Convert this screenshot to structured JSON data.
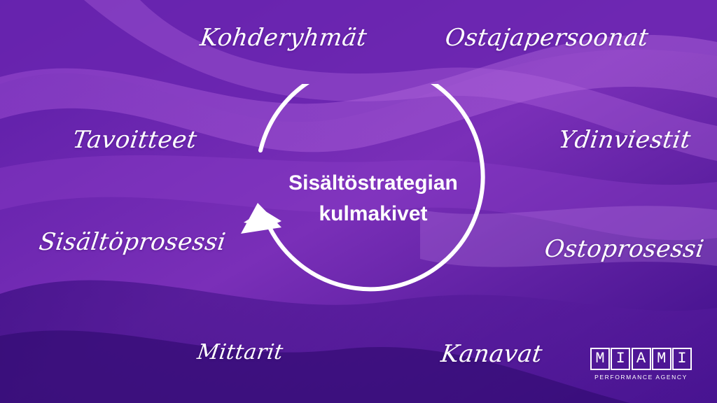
{
  "center": {
    "line1": "Sisältöstrategian",
    "line2": "kulmakivet"
  },
  "labels": {
    "kohderyhmat": "Kohderyhmät",
    "ostajapersoonat": "Ostajapersoonat",
    "tavoitteet": "Tavoitteet",
    "ydinviestit": "Ydinviestit",
    "sisaltoprosessi": "Sisältöprosessi",
    "ostoprosessi": "Ostoprosessi",
    "mittarit": "Mittarit",
    "kanavat": "Kanavat"
  },
  "logo": {
    "word": [
      "M",
      "I",
      "A",
      "M",
      "I"
    ],
    "tagline": "PERFORMANCE AGENCY"
  },
  "colors": {
    "background": "#4a1590",
    "text": "#ffffff"
  },
  "icons": {
    "cycle": "circular-arrow-icon"
  }
}
